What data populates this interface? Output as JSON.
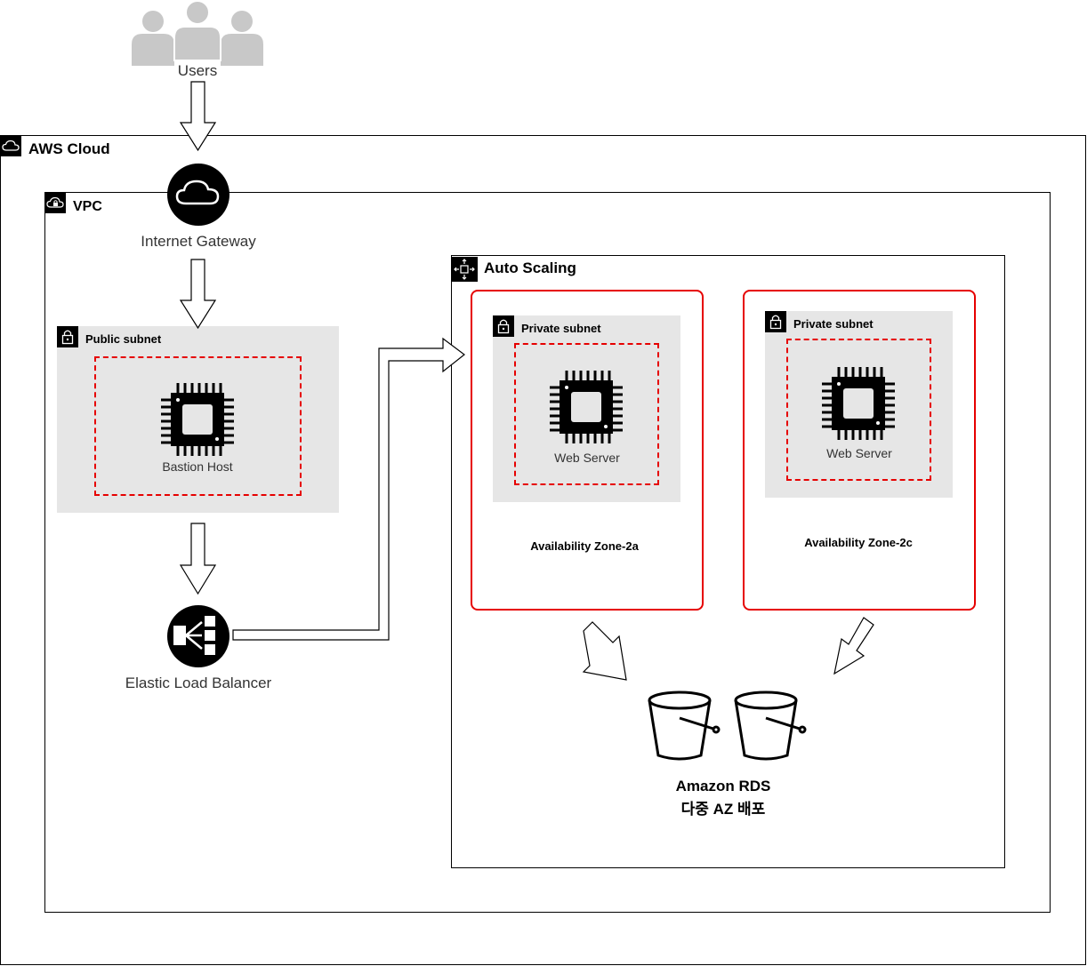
{
  "users": {
    "label": "Users",
    "icon": "users-icon"
  },
  "aws_cloud": {
    "label": "AWS Cloud",
    "icon": "cloud-icon"
  },
  "vpc": {
    "label": "VPC",
    "icon": "vpc-cloud-lock-icon"
  },
  "internet_gateway": {
    "label": "Internet Gateway",
    "icon": "internet-gateway-icon"
  },
  "public_subnet": {
    "label": "Public subnet",
    "icon": "lock-icon",
    "instance_label": "Bastion Host",
    "instance_icon": "ec2-chip-icon"
  },
  "elb": {
    "label": "Elastic Load Balancer",
    "icon": "load-balancer-icon"
  },
  "auto_scaling": {
    "label": "Auto Scaling",
    "icon": "auto-scaling-icon"
  },
  "zones": [
    {
      "subnet_label": "Private subnet",
      "instance_label": "Web Server",
      "zone_label": "Availability Zone-2a"
    },
    {
      "subnet_label": "Private subnet",
      "instance_label": "Web Server",
      "zone_label": "Availability Zone-2c"
    }
  ],
  "rds": {
    "line1": "Amazon RDS",
    "line2": "다중 AZ 배포",
    "icon": "bucket-icon"
  },
  "colors": {
    "zone_border": "#e60000",
    "subnet_fill": "#e6e6e6",
    "outline": "#000000",
    "user_gray": "#c8c8c8"
  }
}
